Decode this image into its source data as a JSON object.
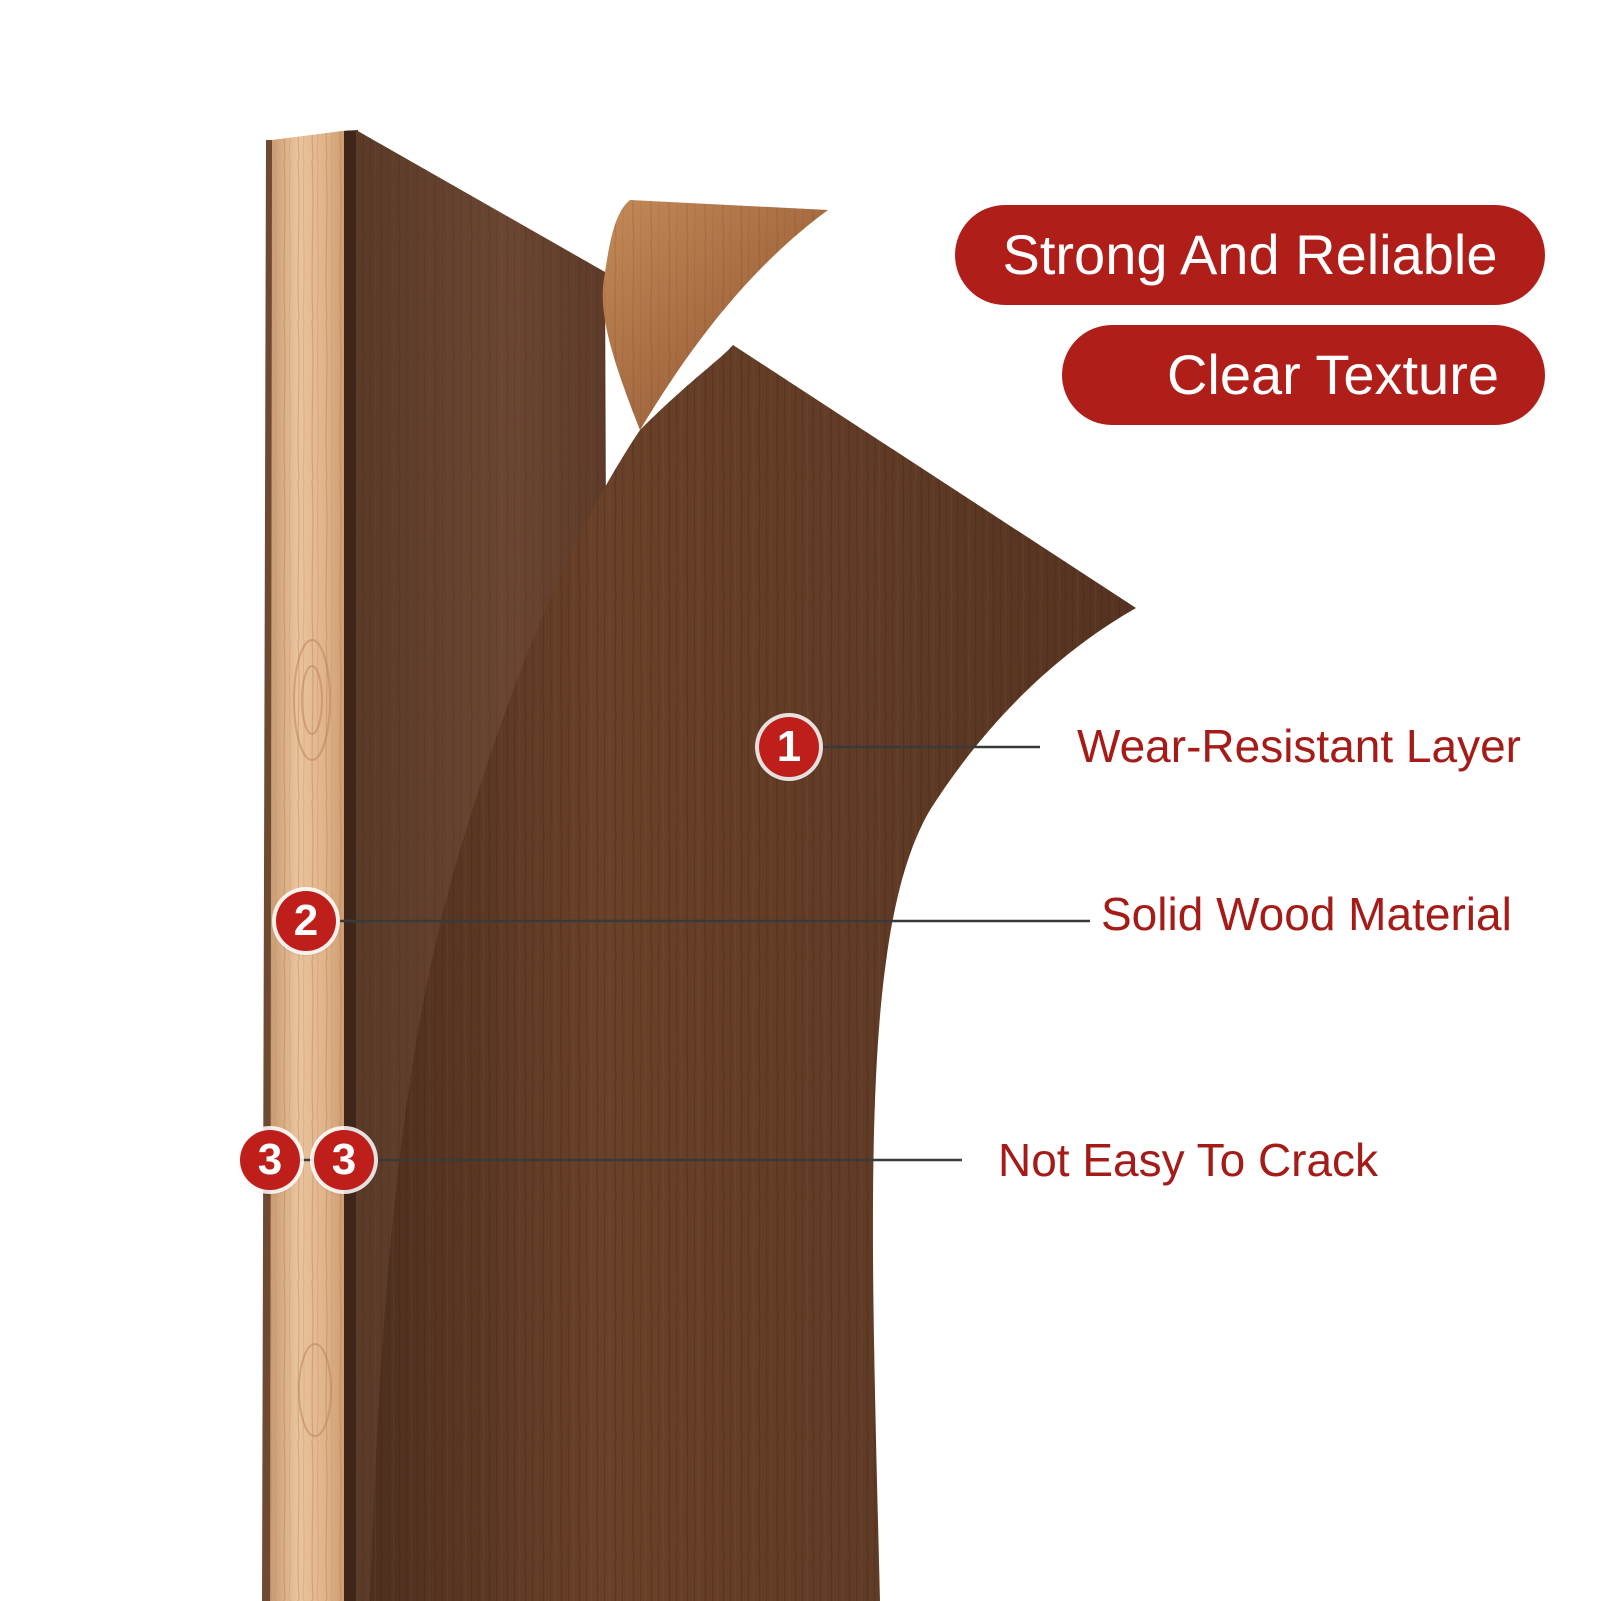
{
  "colors": {
    "accent_red": "#b01e1a",
    "callout_text": "#a51b17",
    "veneer_dark": "#5e3a26",
    "veneer_light": "#b37a4d",
    "core_wood": "#e4b88e"
  },
  "headline_pills": [
    {
      "label": "Strong And Reliable"
    },
    {
      "label": "Clear Texture"
    }
  ],
  "callouts": [
    {
      "number": "1",
      "label": "Wear-Resistant Layer"
    },
    {
      "number": "2",
      "label": "Solid Wood Material"
    },
    {
      "number": "3",
      "label": "Not Easy To Crack"
    }
  ],
  "extra_badge": {
    "number": "3"
  }
}
